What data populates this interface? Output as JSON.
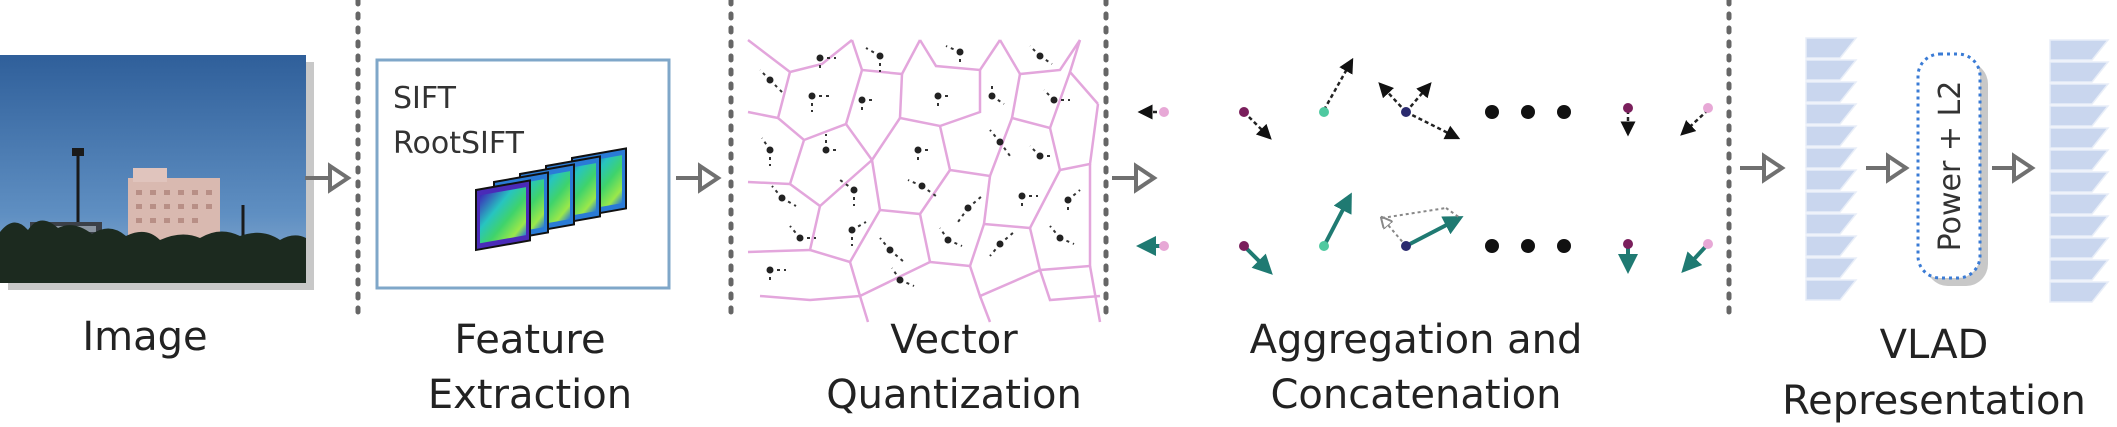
{
  "stages": [
    {
      "label": "Image"
    },
    {
      "label": "Feature",
      "label2": "Extraction"
    },
    {
      "label": "Vector",
      "label2": "Quantization"
    },
    {
      "label": "Aggregation and",
      "label2": "Concatenation"
    },
    {
      "label": "VLAD",
      "label2": "Representation"
    }
  ],
  "features": {
    "line1": "SIFT",
    "line2": "RootSIFT"
  },
  "normalization": {
    "label": "Power + L2"
  },
  "colors": {
    "voronoi": "#e3a6dc",
    "arrow": "#707070",
    "vector": "#1f7a72",
    "point_purple": "#7a1f5c",
    "point_green": "#4fc9a0",
    "point_navy": "#2a2a6e",
    "stack": "#c9d6ee",
    "panel_border": "#7fa7c9"
  }
}
